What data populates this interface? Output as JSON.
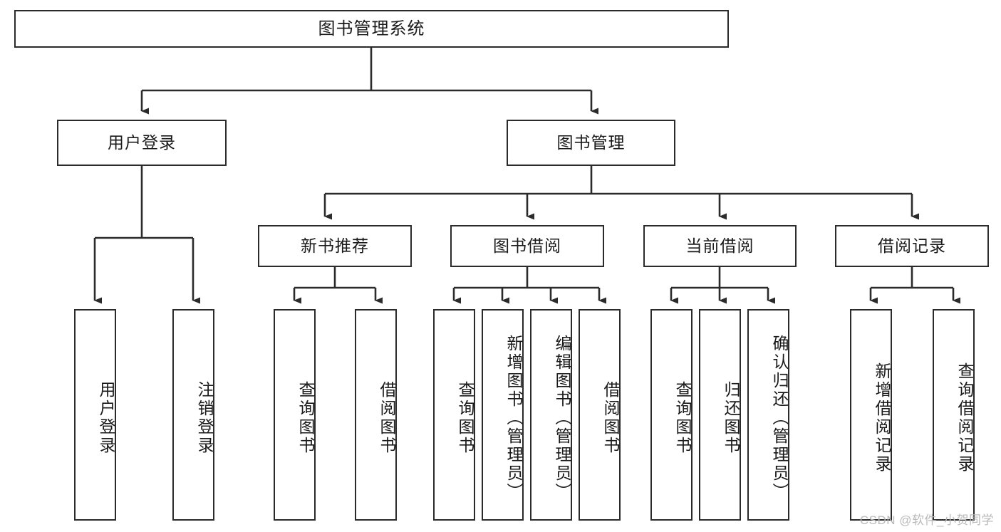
{
  "diagram": {
    "title": "图书管理系统",
    "type": "function-structure-tree",
    "stroke_color": "#2b2b2b",
    "background_color": "#ffffff",
    "text_color": "#1a1a1a",
    "watermark": "CSDN @软件_小贺同学"
  },
  "nodes": {
    "root": {
      "label": "图书管理系统"
    },
    "level1": [
      {
        "id": "user-login",
        "label": "用户登录"
      },
      {
        "id": "book-management",
        "label": "图书管理"
      }
    ],
    "level2": [
      {
        "id": "new-book-recommend",
        "label": "新书推荐"
      },
      {
        "id": "book-borrow",
        "label": "图书借阅"
      },
      {
        "id": "current-borrow",
        "label": "当前借阅"
      },
      {
        "id": "borrow-record",
        "label": "借阅记录"
      }
    ],
    "leaves": {
      "user_login": [
        {
          "id": "leaf-user-login",
          "label": "用户登录"
        },
        {
          "id": "leaf-logout-login",
          "label": "注销登录"
        }
      ],
      "new_book_recommend": [
        {
          "id": "leaf-query-book-1",
          "label": "查询图书"
        },
        {
          "id": "leaf-borrow-book-1",
          "label": "借阅图书"
        }
      ],
      "book_borrow": [
        {
          "id": "leaf-query-book-2",
          "label": "查询图书"
        },
        {
          "id": "leaf-add-book",
          "label": "新增图书（管理员）"
        },
        {
          "id": "leaf-edit-book",
          "label": "编辑图书（管理员）"
        },
        {
          "id": "leaf-borrow-book-2",
          "label": "借阅图书"
        }
      ],
      "current_borrow": [
        {
          "id": "leaf-query-book-3",
          "label": "查询图书"
        },
        {
          "id": "leaf-return-book",
          "label": "归还图书"
        },
        {
          "id": "leaf-confirm-return",
          "label": "确认归还（管理员）"
        }
      ],
      "borrow_record": [
        {
          "id": "leaf-add-record",
          "label": "新增借阅记录"
        },
        {
          "id": "leaf-query-record",
          "label": "查询借阅记录"
        }
      ]
    }
  }
}
